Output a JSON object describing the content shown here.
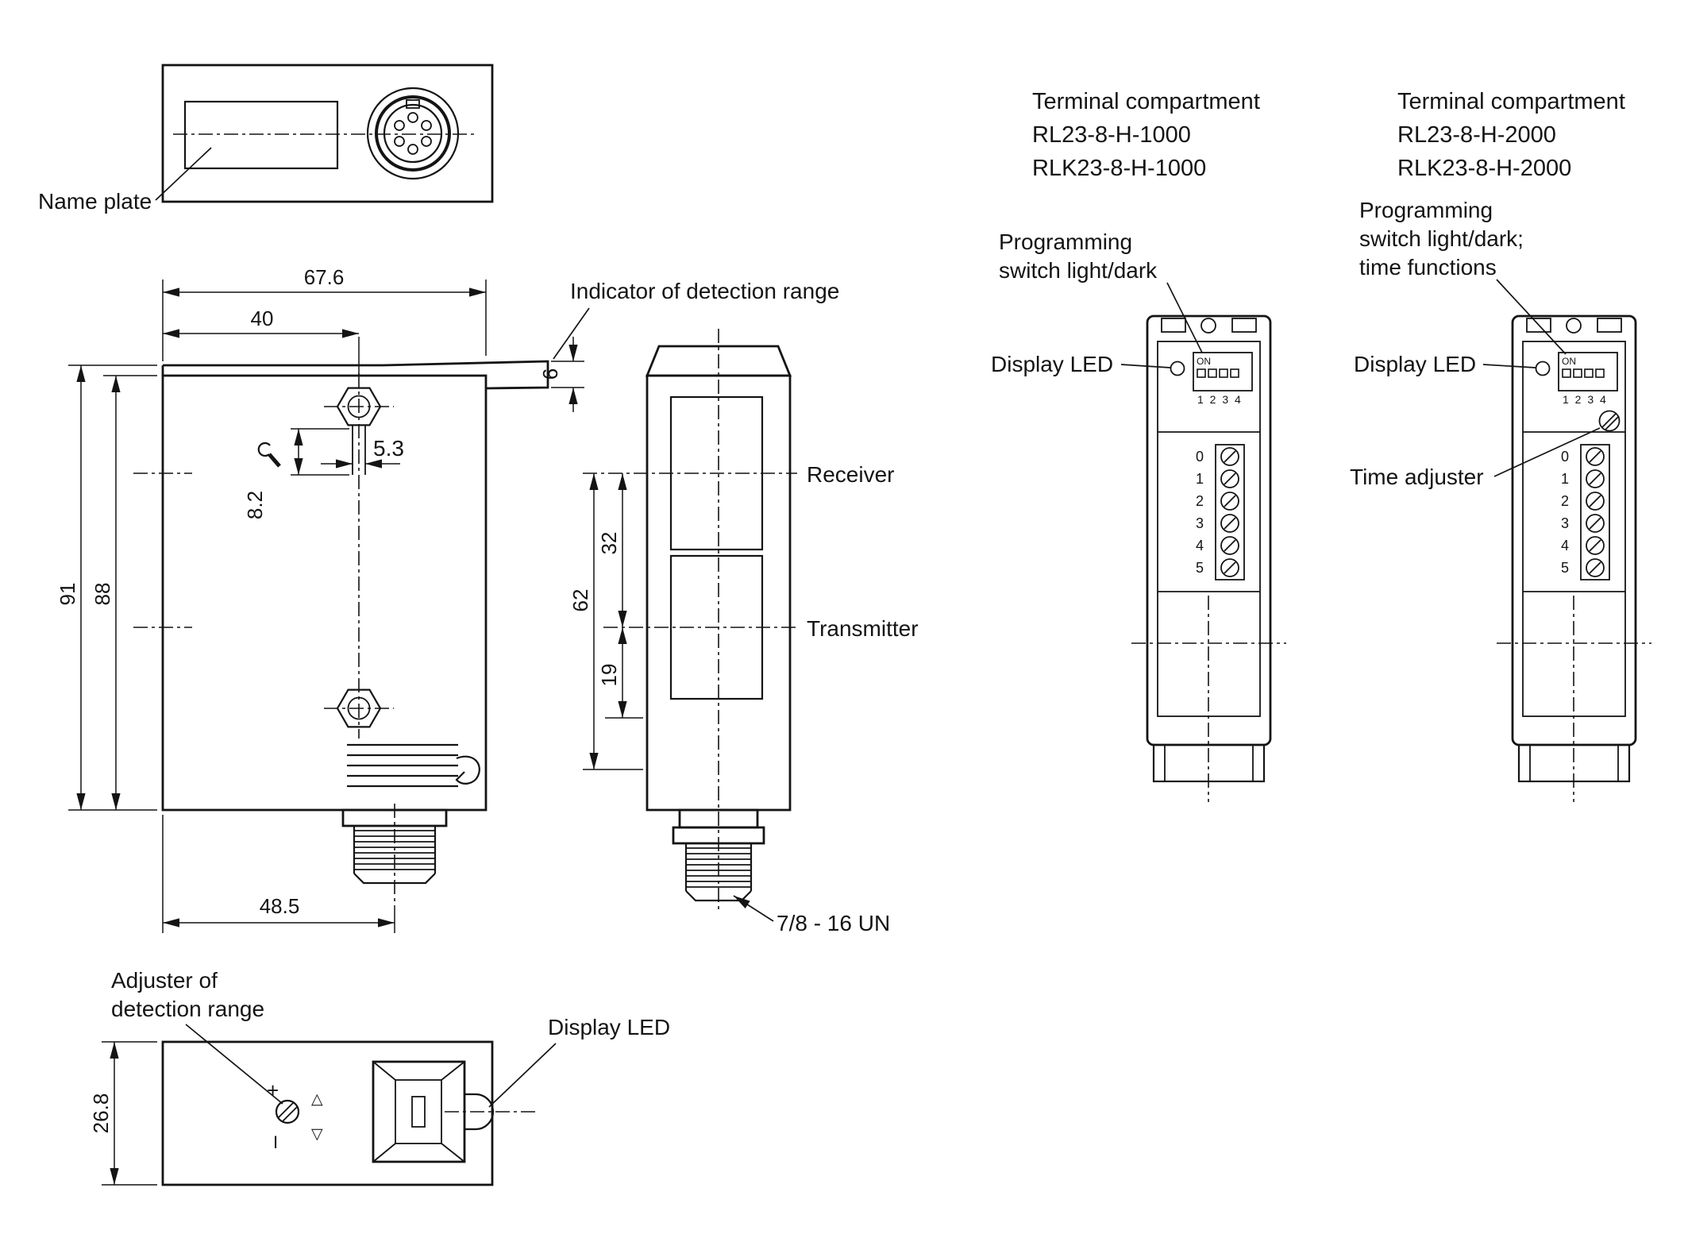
{
  "views": {
    "top": {
      "name_plate": "Name plate"
    },
    "side": {
      "dims": {
        "overall_width": "67.6",
        "hole_offset": "40",
        "height_total": "91",
        "height_body": "88",
        "wrench": "8.2",
        "slot": "5.3",
        "indicator_height": "6",
        "connector_offset": "48.5"
      }
    },
    "front": {
      "indicator": "Indicator of detection range",
      "receiver": "Receiver",
      "transmitter": "Transmitter",
      "thread": "7/8 - 16 UN",
      "dims": {
        "receiver_axis": "62",
        "axis_spacing": "32",
        "transmitter_axis": "19"
      }
    },
    "bottom": {
      "adjuster_1": "Adjuster of",
      "adjuster_2": "detection range",
      "display_led": "Display LED",
      "dims": {
        "height": "26.8"
      },
      "symbols": {
        "plus": "+",
        "up": "△",
        "down": "▽",
        "bar": "I"
      }
    }
  },
  "terminals": {
    "left": {
      "title": "Terminal compartment",
      "models": [
        "RL23-8-H-1000",
        "RLK23-8-H-1000"
      ],
      "programming_1": "Programming",
      "programming_2": "switch light/dark",
      "display_led": "Display LED",
      "on": "ON",
      "dip": "1 2 3 4",
      "numbers": [
        "0",
        "1",
        "2",
        "3",
        "4",
        "5"
      ]
    },
    "right": {
      "title": "Terminal compartment",
      "models": [
        "RL23-8-H-2000",
        "RLK23-8-H-2000"
      ],
      "programming_1": "Programming",
      "programming_2": "switch light/dark;",
      "programming_3": "time functions",
      "display_led": "Display LED",
      "time_adjuster": "Time adjuster",
      "on": "ON",
      "dip": "1 2 3 4",
      "numbers": [
        "0",
        "1",
        "2",
        "3",
        "4",
        "5"
      ]
    }
  }
}
